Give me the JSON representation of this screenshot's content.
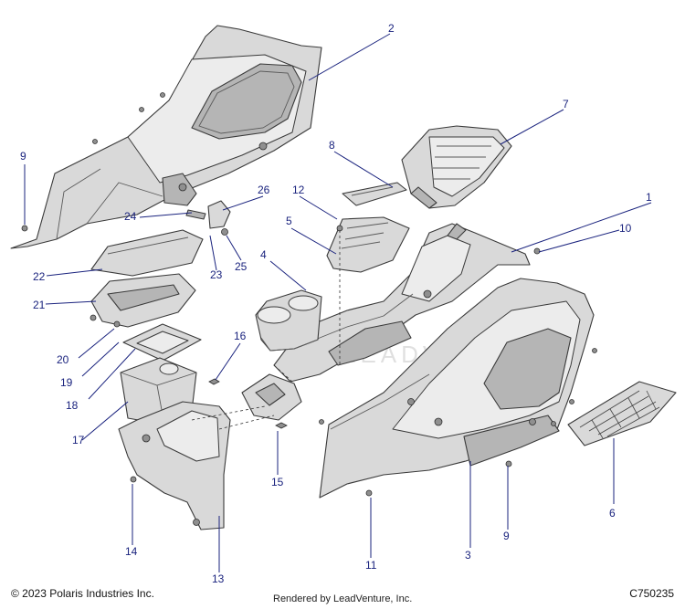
{
  "callouts": [
    "1",
    "2",
    "3",
    "4",
    "5",
    "6",
    "7",
    "8",
    "9",
    "9",
    "10",
    "11",
    "12",
    "13",
    "14",
    "15",
    "16",
    "17",
    "18",
    "19",
    "20",
    "21",
    "22",
    "23",
    "24",
    "25",
    "26"
  ],
  "watermark": "LEADVENTURE",
  "footer": {
    "copyright": "© 2023 Polaris Industries Inc.",
    "rendered_by": "Rendered by LeadVenture, Inc.",
    "diagram_code": "C750235"
  },
  "colors": {
    "callout": "#1a237e",
    "part_fill": "#d9d9d9",
    "outline": "#3a3a3a"
  }
}
